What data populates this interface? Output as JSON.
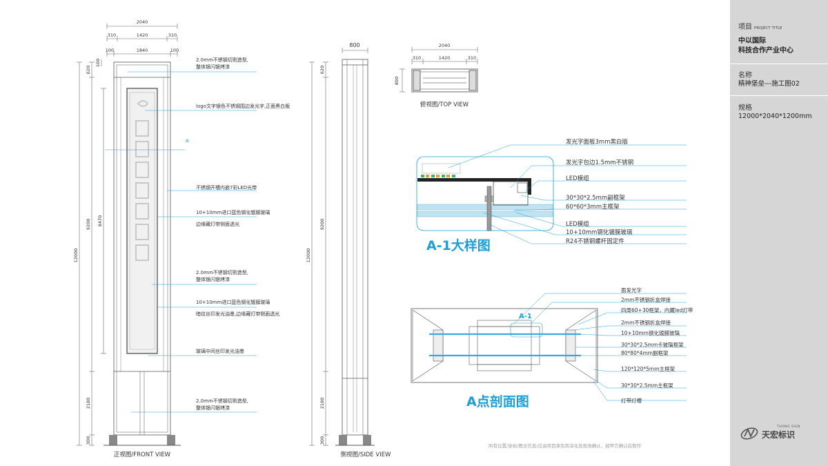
{
  "front_view": {
    "title": "正视图/FRONT VIEW",
    "dims_top": {
      "overall": "2040",
      "seg_a": "310",
      "seg_b": "1420",
      "seg_c": "310",
      "inner_a": "100",
      "inner_b": "1840",
      "inner_c": "100"
    },
    "dims_left": {
      "total": "12000",
      "top_cap": "100",
      "upper": "620",
      "main": "9200",
      "panel": "8470",
      "lower": "2180",
      "base": "300"
    },
    "callout_marker": "A",
    "annotations": [
      "2.0mm不锈钢切割造型,",
      "整体银闪银烤漆",
      "logo文字银色不锈钢围边发光字,正面黑白版",
      "不锈钢开槽内嵌7彩LED光带",
      "10+10mm进口蓝色钢化镀膜玻璃",
      "边缘藏灯带侧面透光",
      "2.0mm不锈钢切割造型,",
      "整体银闪银烤漆",
      "10+10mm进口蓝色钢化镀膜玻璃",
      "暗纹丝印发光油墨,边缘藏灯带侧面透光",
      "玻璃中间丝印发光油墨",
      "2.0mm不锈钢切割造型,",
      "整体银闪银烤漆"
    ]
  },
  "side_view": {
    "title": "侧视图/SIDE VIEW",
    "width": "800",
    "dims_left": {
      "total": "12000",
      "upper": "620",
      "main": "9200",
      "lower": "2180",
      "base": "300"
    }
  },
  "top_view": {
    "title": "俯视图/TOP VIEW",
    "overall": "2040",
    "seg_a": "310",
    "seg_b": "1420",
    "seg_c": "310",
    "depth": "800"
  },
  "detail_a1": {
    "title": "A-1大样图",
    "labels": [
      "发光字面板3mm黑白版",
      "发光字包边1.5mm不锈钢",
      "LED模组",
      "30*30*2.5mm副框架",
      "60*60*3mm主框架",
      "LED模组",
      "10+10mm钢化镀膜玻璃",
      "R24不锈钢螺杆固定件"
    ]
  },
  "section_a": {
    "title": "A点剖面图",
    "marker": "A-1",
    "labels": [
      "面发光字",
      "2mm不锈钢折盒焊接",
      "四周60+30框架，内藏led灯带",
      "2mm不锈钢折盒焊接",
      "10+10mm钢化镀膜玻璃",
      "30*30*2.5mm卡玻璃框架",
      "80*80*4mm副框架",
      "120*120*5mm主框架",
      "30*30*2.5mm主框架",
      "灯带灯槽"
    ]
  },
  "sidebar": {
    "project_label": "项目",
    "project_label_en": "PROJECT TITLE",
    "project_name_1": "中以国际",
    "project_name_2": "科技合作产业中心",
    "name_label": "名称",
    "name_value": "精神堡垒---施工图02",
    "spec_label": "规格",
    "spec_value": "12000*2040*1200mm",
    "logo_small": "THONG SIGN",
    "logo_text": "天宏标识"
  },
  "footer": "所有位置/坐标/图文信息/应由项目承包商深化及现场确认，经甲方确认后制作",
  "colors": {
    "accent_blue": "#1a9fd8",
    "glass_blue": "#3aa8e0",
    "line": "#555555",
    "sidebar_bg": "#d6d6d6"
  }
}
